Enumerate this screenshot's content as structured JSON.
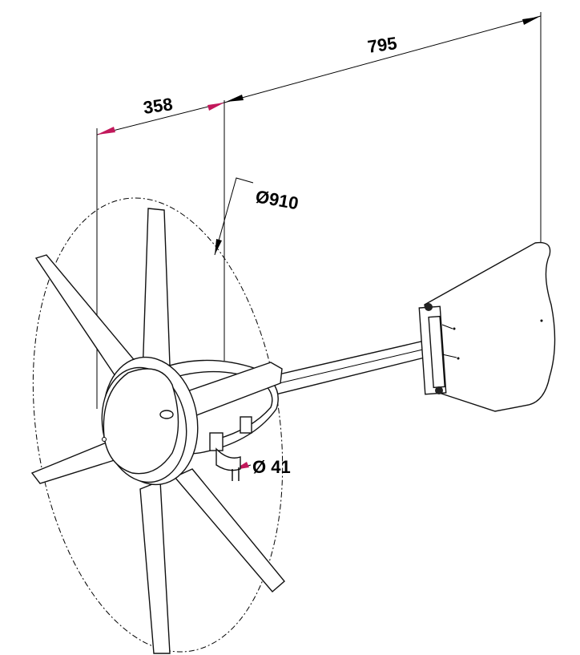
{
  "dimensions": {
    "overall_length": "795",
    "hub_depth": "358",
    "rotor_diameter": "Ø910",
    "mast_diameter": "Ø 41"
  },
  "colors": {
    "line": "#000000",
    "arrow_accent": "#c2185b",
    "background": "#ffffff"
  },
  "icons": {
    "rotor": "wind-turbine-rotor",
    "tail": "tail-vane",
    "boom": "tail-boom"
  }
}
